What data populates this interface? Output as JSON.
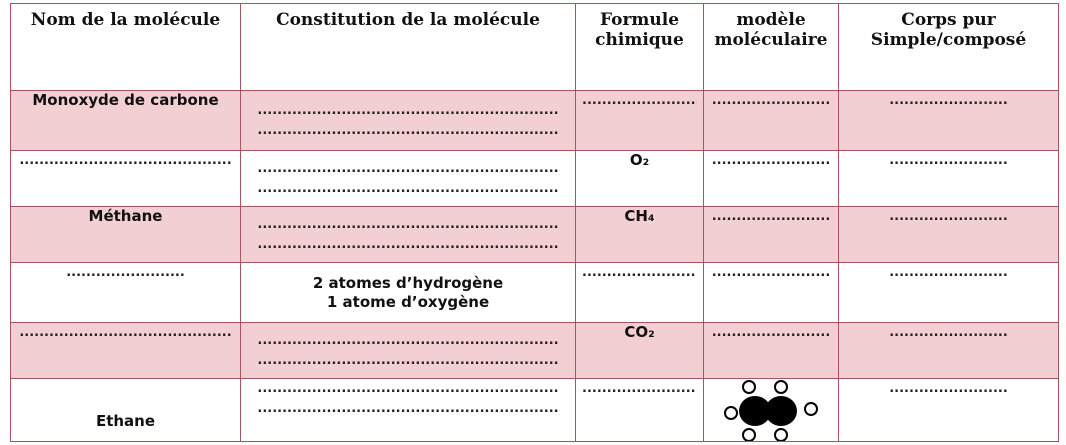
{
  "headers": {
    "name": "Nom de la molécule",
    "constitution": "Constitution de la molécule",
    "formula": "Formule\nchimique",
    "model": "modèle\nmoléculaire",
    "type": "Corps pur\nSimple/composé"
  },
  "rows": [
    {
      "name": "Monoxyde de carbone",
      "constitution_1": ".............................................................",
      "constitution_2": ".............................................................",
      "formula": "........................",
      "model": "........................",
      "type": "........................"
    },
    {
      "name": "...........................................",
      "constitution_1": ".............................................................",
      "constitution_2": ".............................................................",
      "formula": "O₂",
      "model": "........................",
      "type": "........................"
    },
    {
      "name": "Méthane",
      "constitution_1": ".............................................................",
      "constitution_2": ".............................................................",
      "formula": "CH₄",
      "model": "........................",
      "type": "........................"
    },
    {
      "name": "........................",
      "constitution_1": "2 atomes d’hydrogène",
      "constitution_2": "1 atome d’oxygène",
      "formula": "............................",
      "model": "........................",
      "type": "........................"
    },
    {
      "name": "...........................................",
      "constitution_1": ".............................................................",
      "constitution_2": ".............................................................",
      "formula": "CO₂",
      "model": "........................",
      "type": "........................"
    },
    {
      "name": "Ethane",
      "constitution_1": ".............................................................",
      "constitution_2": ".............................................................",
      "formula": "............................",
      "model_icon": "ethane-ball-and-stick-model-icon",
      "type": "........................"
    }
  ],
  "colors": {
    "border": "#a8545e",
    "row_pink": "#f2cfd3",
    "row_white": "#ffffff",
    "carbon": "#000000",
    "hydrogen": "#ffffff"
  }
}
